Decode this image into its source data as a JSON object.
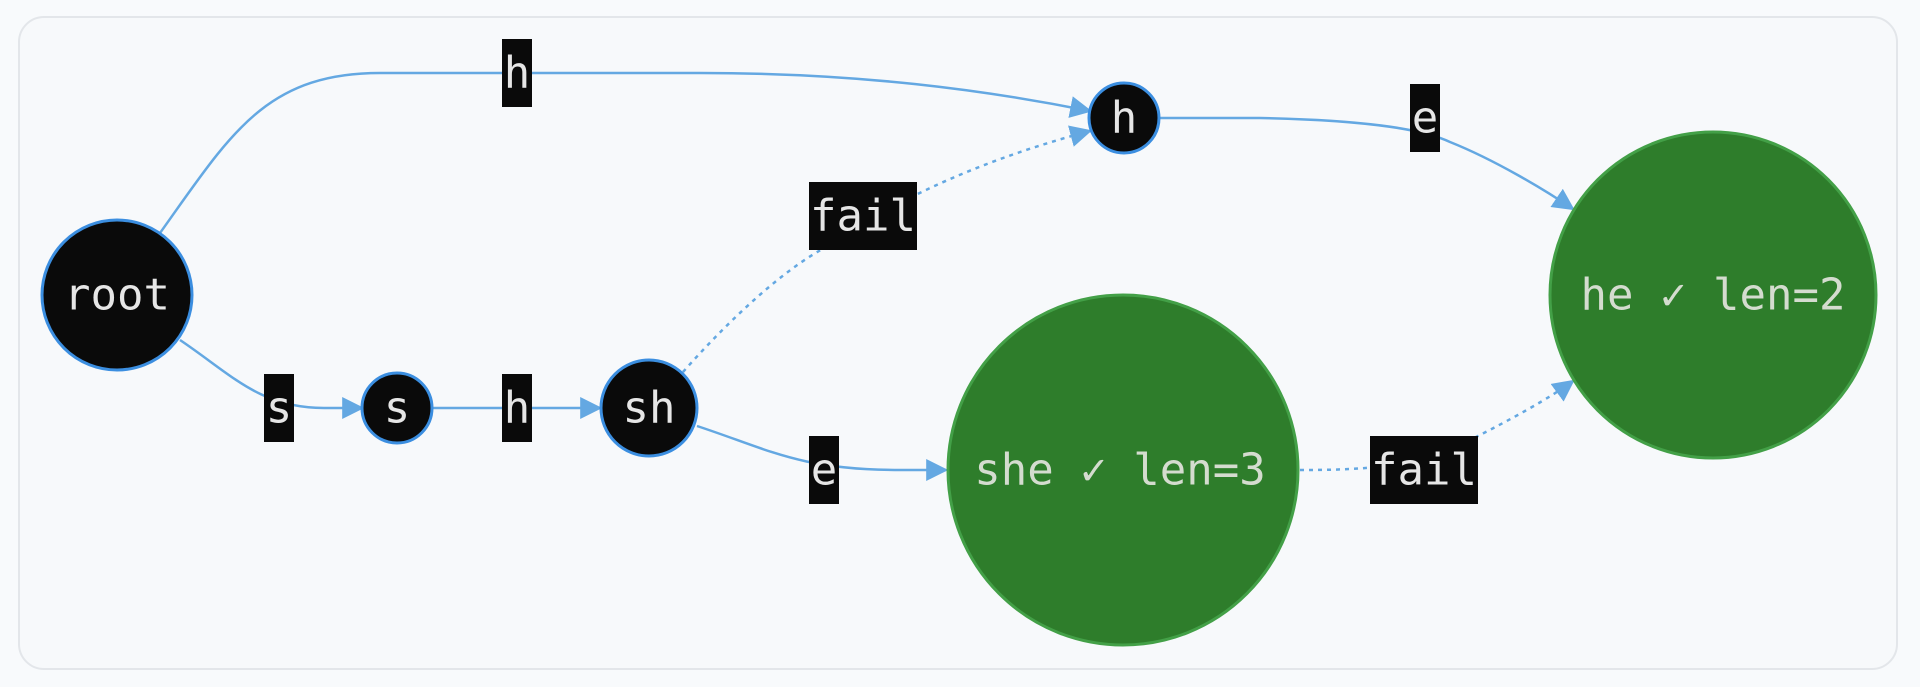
{
  "nodes": {
    "root": {
      "label": "root",
      "kind": "state"
    },
    "s": {
      "label": "s",
      "kind": "state"
    },
    "sh": {
      "label": "sh",
      "kind": "state"
    },
    "h": {
      "label": "h",
      "kind": "state"
    },
    "she": {
      "label": "she ✓ len=3",
      "kind": "output"
    },
    "he": {
      "label": "he ✓ len=2",
      "kind": "output"
    }
  },
  "edges": {
    "root_h": {
      "label": "h",
      "type": "goto"
    },
    "root_s": {
      "label": "s",
      "type": "goto"
    },
    "s_sh": {
      "label": "h",
      "type": "goto"
    },
    "sh_she": {
      "label": "e",
      "type": "goto"
    },
    "h_he": {
      "label": "e",
      "type": "goto"
    },
    "sh_h_fail": {
      "label": "fail",
      "type": "fail"
    },
    "she_he_fail": {
      "label": "fail",
      "type": "fail"
    }
  },
  "colors": {
    "state_node_fill": "#0a0a0a",
    "state_node_stroke": "#3b8ee0",
    "output_node_fill": "#2e7d2b",
    "edge_stroke": "#64a8e2",
    "label_background": "#0a0a0a",
    "label_text": "#e6e6e6"
  }
}
